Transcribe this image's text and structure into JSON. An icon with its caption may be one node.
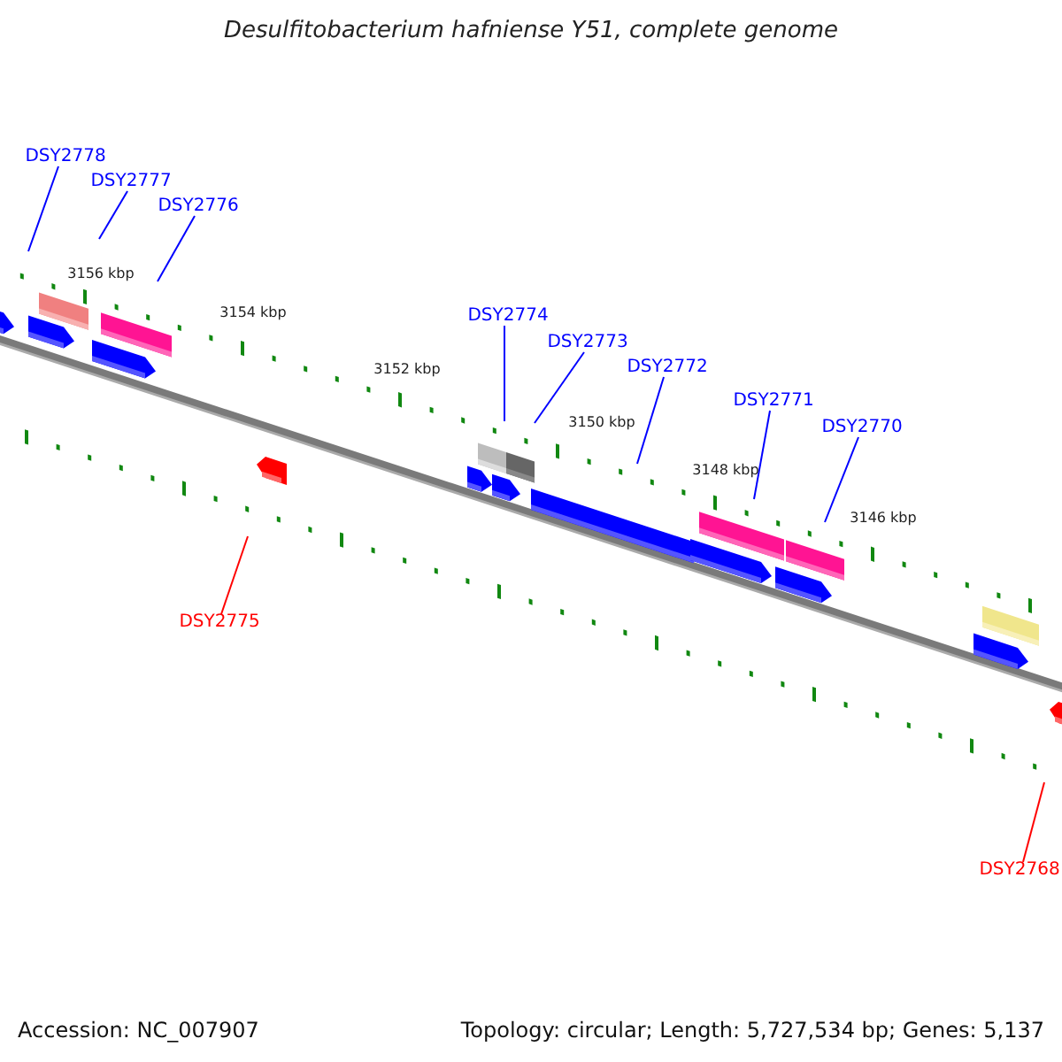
{
  "diagram": {
    "title": "Desulfitobacterium hafniense Y51, complete genome",
    "nodes": [
      {
        "text": [
          "DSY2778"
        ]
      },
      {
        "text": [
          "DSY2777"
        ]
      },
      {
        "text": [
          "DSY2776"
        ]
      },
      {
        "text": [
          "DSY2774"
        ]
      },
      {
        "text": [
          "DSY2773"
        ]
      },
      {
        "text": [
          "DSY2772"
        ]
      },
      {
        "text": [
          "DSY2771"
        ]
      },
      {
        "text": [
          "DSY2770"
        ]
      },
      {
        "text": [
          "DSY2775"
        ]
      },
      {
        "text": [
          "DSY2768"
        ]
      }
    ],
    "edges": [
      {
        "from": 0,
        "to": null,
        "arrow": "none"
      },
      {
        "from": 1,
        "to": null,
        "arrow": "none"
      },
      {
        "from": 2,
        "to": null,
        "arrow": "none"
      },
      {
        "from": 3,
        "to": null,
        "arrow": "none"
      },
      {
        "from": 4,
        "to": null,
        "arrow": "none"
      },
      {
        "from": 5,
        "to": null,
        "arrow": "none"
      },
      {
        "from": 6,
        "to": null,
        "arrow": "none"
      },
      {
        "from": 7,
        "to": null,
        "arrow": "none"
      },
      {
        "from": 8,
        "to": null,
        "arrow": "none",
        "color": "#ff0000"
      },
      {
        "from": 9,
        "to": null,
        "arrow": "none",
        "color": "#ff0000"
      }
    ],
    "labels": [
      "3156 kbp",
      "3154 kbp",
      "3152 kbp",
      "3150 kbp",
      "3148 kbp",
      "3146 kbp",
      "Accession: NC_007907",
      "Topology: circular; Length: 5,727,534 bp; Genes: 5,137"
    ]
  }
}
